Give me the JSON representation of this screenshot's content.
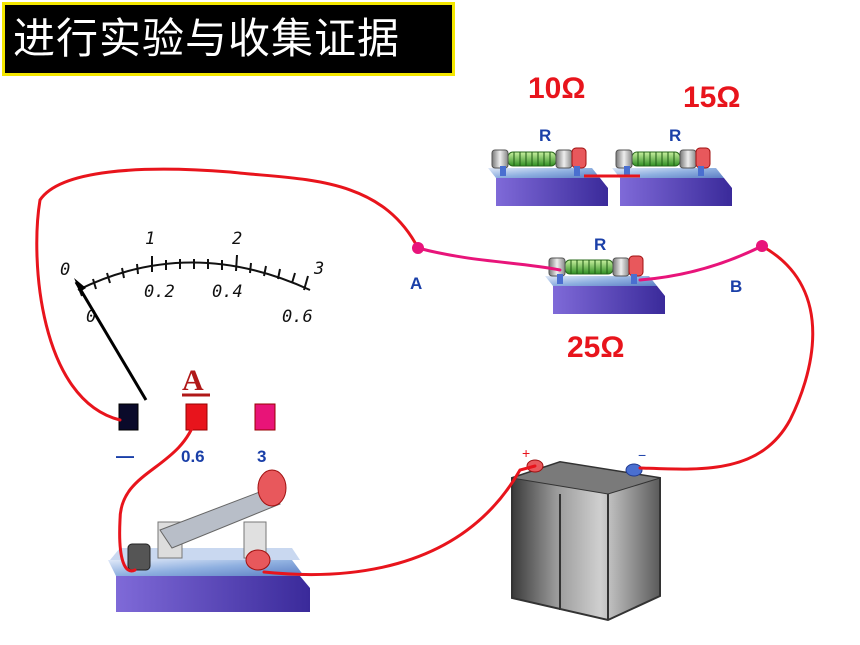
{
  "title": "进行实验与收集证据",
  "resistors": {
    "r10": {
      "value": "10Ω",
      "label": "R"
    },
    "r15": {
      "value": "15Ω",
      "label": "R"
    },
    "r25": {
      "value": "25Ω",
      "label": "R"
    }
  },
  "nodes": {
    "a": "A",
    "b": "B"
  },
  "ammeter": {
    "unit": "A",
    "scale_top": [
      "0",
      "1",
      "2",
      "3"
    ],
    "scale_bottom": [
      "0",
      "0.2",
      "0.4",
      "0.6"
    ],
    "terminals": [
      "—",
      "0.6",
      "3"
    ]
  },
  "battery": {
    "plus": "+",
    "minus": "−"
  },
  "colors": {
    "wire": "#e8141c",
    "label_red": "#e8141c",
    "label_blue": "#1a3fa8",
    "title_border": "#f3e600"
  }
}
